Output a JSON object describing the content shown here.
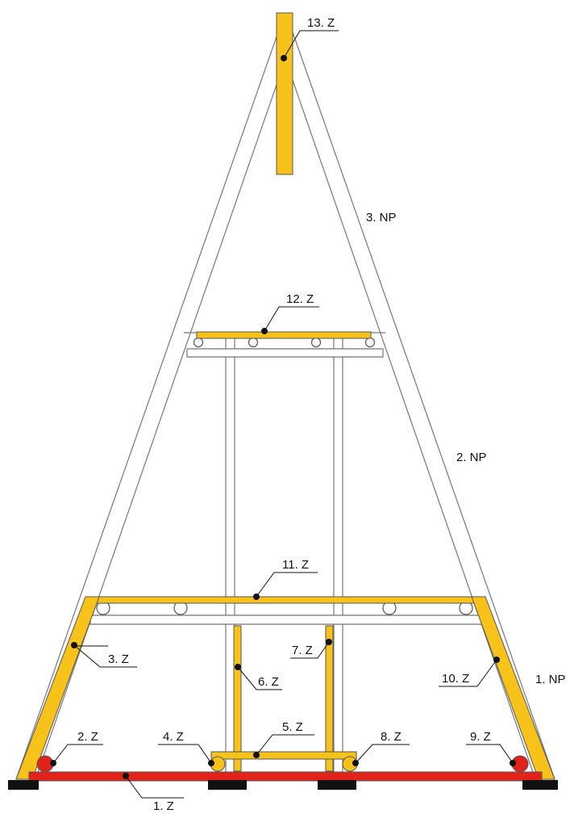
{
  "colors": {
    "background": "#ffffff",
    "structure_line": "#777777",
    "yellow_member": "#f7c21a",
    "red_member": "#e2231a",
    "foot": "#111111",
    "leader": "#111111"
  },
  "labels": {
    "l1": "1. Z",
    "l2": "2. Z",
    "l3": "3. Z",
    "l4": "4. Z",
    "l5": "5. Z",
    "l6": "6. Z",
    "l7": "7. Z",
    "l8": "8. Z",
    "l9": "9. Z",
    "l10": "10. Z",
    "l11": "11. Z",
    "l12": "12. Z",
    "l13": "13. Z",
    "np1": "1. NP",
    "np2": "2. NP",
    "np3": "3. NP"
  }
}
